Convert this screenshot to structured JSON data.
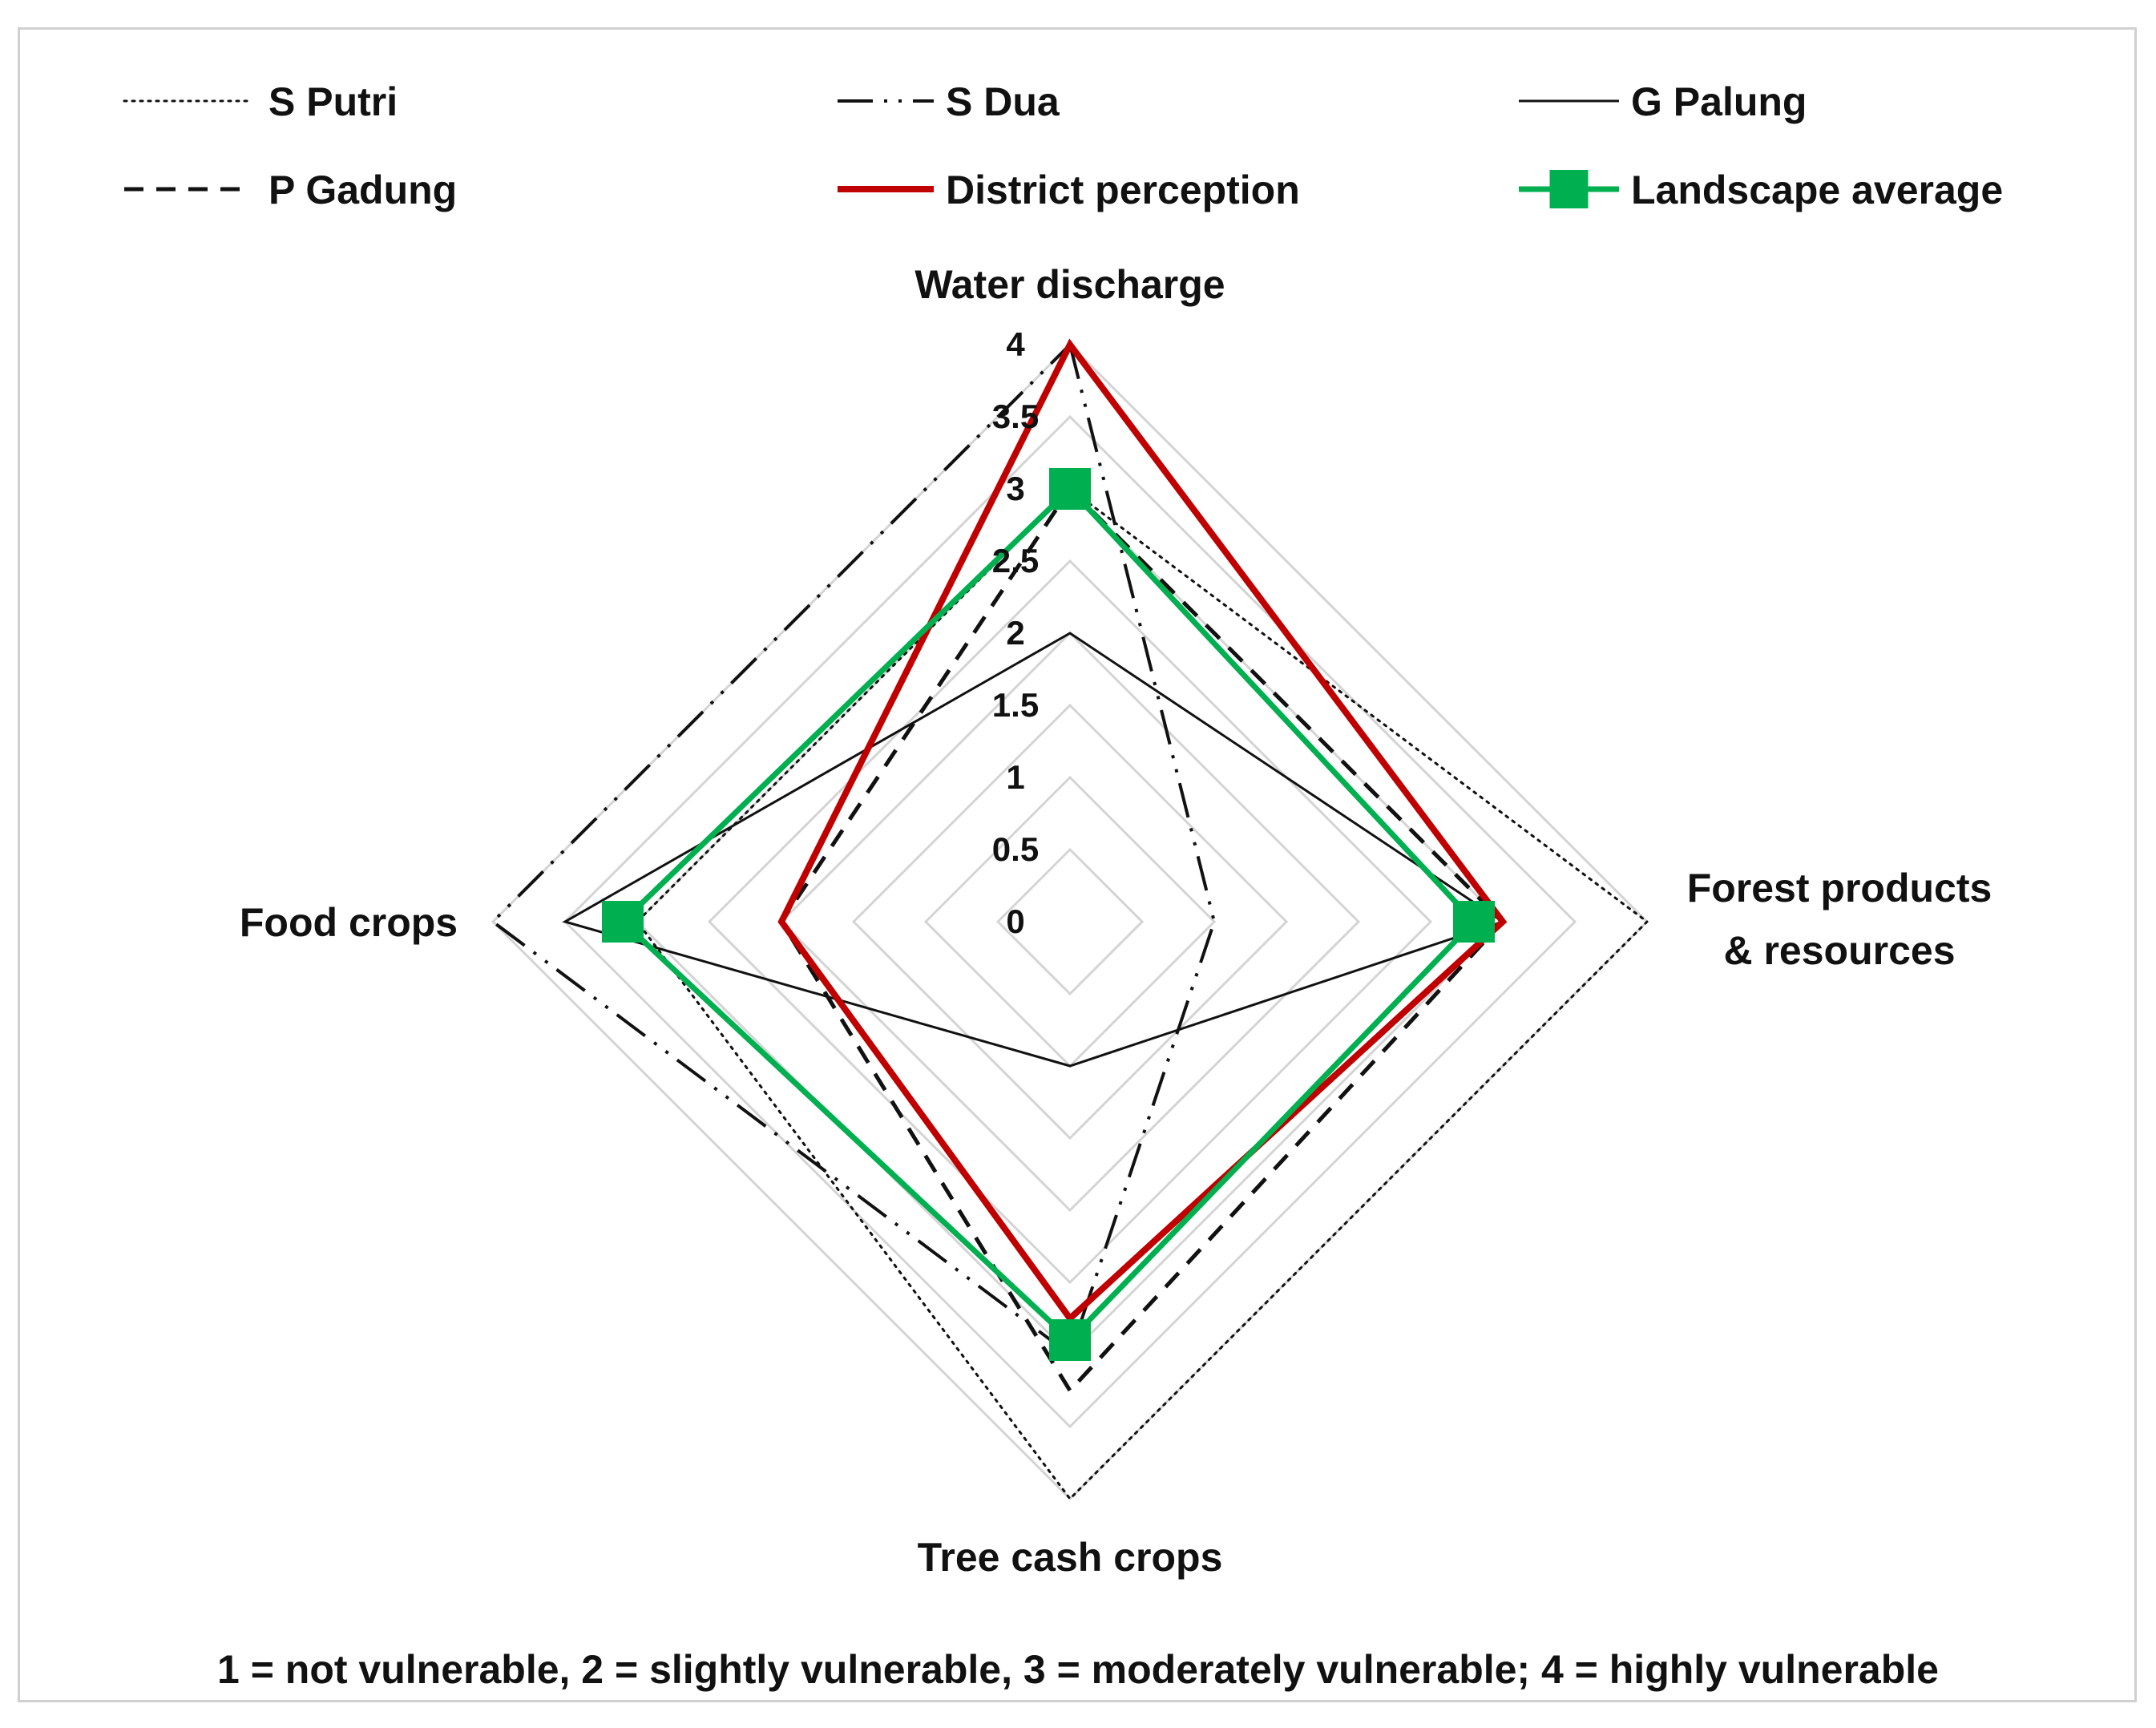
{
  "chart_data": {
    "type": "radar",
    "axes": [
      "Water discharge",
      "Forest products",
      "Tree cash crops",
      "Food crops"
    ],
    "axis_labels_display": [
      [
        "Water discharge"
      ],
      [
        "Forest products",
        "& resources"
      ],
      [
        "Tree cash crops"
      ],
      [
        "Food crops"
      ]
    ],
    "rlim": [
      0,
      4
    ],
    "ticks": [
      "0",
      "0.5",
      "1",
      "1.5",
      "2",
      "2.5",
      "3",
      "3.5",
      "4"
    ],
    "tick_values": [
      0,
      0.5,
      1,
      1.5,
      2,
      2.5,
      3,
      3.5,
      4
    ],
    "grid": true,
    "legend_position": "top",
    "series": [
      {
        "name": "S Putri",
        "values": [
          3,
          4,
          4,
          3
        ],
        "color": "#111111",
        "style": "dotted"
      },
      {
        "name": "S Dua",
        "values": [
          4,
          1,
          3,
          4
        ],
        "color": "#111111",
        "style": "dashdot"
      },
      {
        "name": "G Palung",
        "values": [
          2,
          3,
          1,
          3.5
        ],
        "color": "#111111",
        "style": "solid-thin"
      },
      {
        "name": "P Gadung",
        "values": [
          3,
          3,
          3.25,
          2
        ],
        "color": "#111111",
        "style": "dashed"
      },
      {
        "name": "District perception",
        "values": [
          4,
          3,
          2.75,
          2
        ],
        "color": "#c00000",
        "style": "solid-thick"
      },
      {
        "name": "Landscape average",
        "values": [
          3,
          2.8,
          2.9,
          3.1
        ],
        "color": "#00b050",
        "style": "marker"
      }
    ],
    "note": "1 = not vulnerable, 2 = slightly vulnerable, 3 = moderately vulnerable; 4 = highly vulnerable"
  }
}
